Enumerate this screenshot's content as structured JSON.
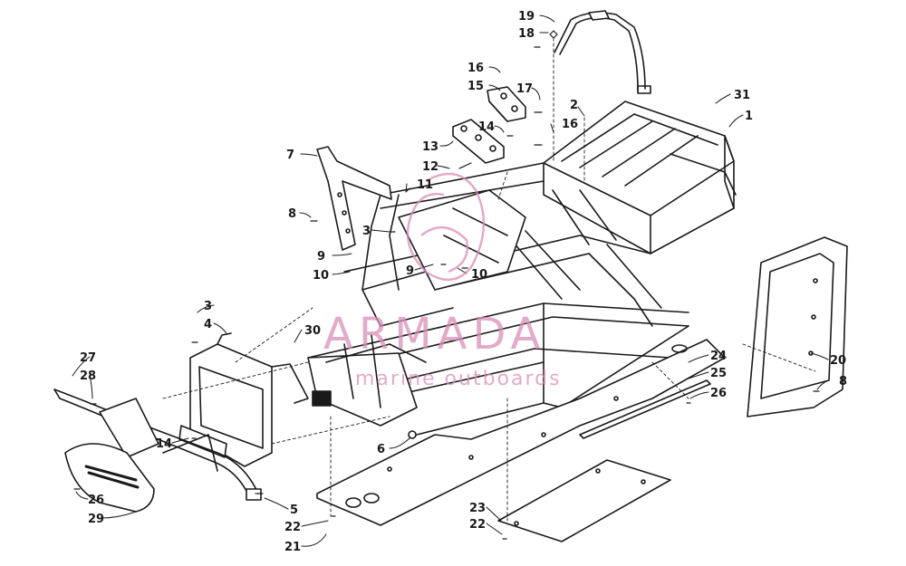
{
  "diagram": {
    "callouts": [
      {
        "id": "c19",
        "label": "19"
      },
      {
        "id": "c18",
        "label": "18"
      },
      {
        "id": "c16a",
        "label": "16"
      },
      {
        "id": "c15",
        "label": "15"
      },
      {
        "id": "c17",
        "label": "17"
      },
      {
        "id": "c2",
        "label": "2"
      },
      {
        "id": "c31",
        "label": "31"
      },
      {
        "id": "c1",
        "label": "1"
      },
      {
        "id": "c14a",
        "label": "14"
      },
      {
        "id": "c16b",
        "label": "16"
      },
      {
        "id": "c13",
        "label": "13"
      },
      {
        "id": "c12",
        "label": "12"
      },
      {
        "id": "c7",
        "label": "7"
      },
      {
        "id": "c11",
        "label": "11"
      },
      {
        "id": "c8a",
        "label": "8"
      },
      {
        "id": "c3a",
        "label": "3"
      },
      {
        "id": "c9a",
        "label": "9"
      },
      {
        "id": "c10a",
        "label": "10"
      },
      {
        "id": "c9b",
        "label": "9"
      },
      {
        "id": "c10b",
        "label": "10"
      },
      {
        "id": "c3b",
        "label": "3"
      },
      {
        "id": "c4",
        "label": "4"
      },
      {
        "id": "c30",
        "label": "30"
      },
      {
        "id": "c27",
        "label": "27"
      },
      {
        "id": "c28",
        "label": "28"
      },
      {
        "id": "c14b",
        "label": "14"
      },
      {
        "id": "c6",
        "label": "6"
      },
      {
        "id": "c24",
        "label": "24"
      },
      {
        "id": "c25",
        "label": "25"
      },
      {
        "id": "c26a",
        "label": "26"
      },
      {
        "id": "c20",
        "label": "20"
      },
      {
        "id": "c8b",
        "label": "8"
      },
      {
        "id": "c26b",
        "label": "26"
      },
      {
        "id": "c29",
        "label": "29"
      },
      {
        "id": "c5",
        "label": "5"
      },
      {
        "id": "c22a",
        "label": "22"
      },
      {
        "id": "c21",
        "label": "21"
      },
      {
        "id": "c23",
        "label": "23"
      },
      {
        "id": "c22b",
        "label": "22"
      }
    ]
  },
  "watermark": {
    "title": "ARMADA",
    "subtitle": "marine outboards",
    "color": "#d98fb8"
  },
  "colors": {
    "line": "#1a1a1a",
    "fill": "#ffffff",
    "shade": "#d8d8d8"
  }
}
